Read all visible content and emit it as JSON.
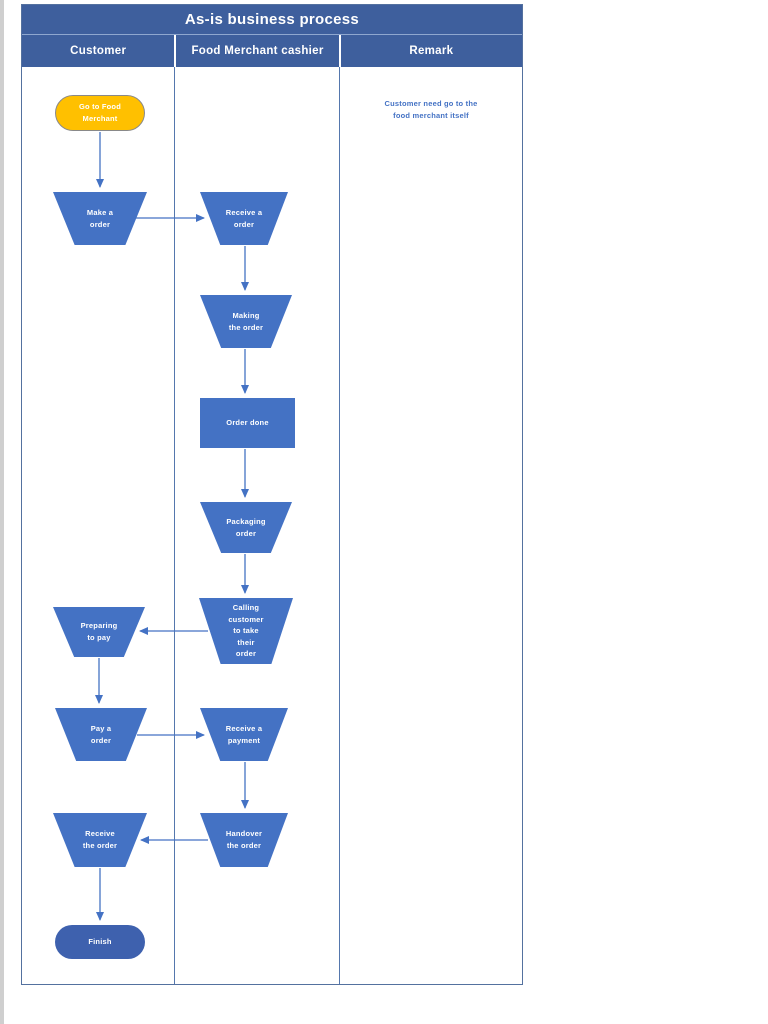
{
  "document": {
    "title": "As-is business process",
    "columns": [
      "Customer",
      "Food Merchant cashier",
      "Remark"
    ],
    "remark_note": "Customer need go to the\nfood merchant itself"
  },
  "colors": {
    "header_bg": "#3E5F9D",
    "node_blue": "#4472C4",
    "start_yellow": "#FFC000",
    "start_border_gray": "#898989",
    "finish_blue": "#3E61AE",
    "connector_blue": "#4472C4",
    "grid_line_blue": "#54719F"
  },
  "nodes": [
    {
      "id": "start",
      "type": "terminator",
      "lane": "Customer",
      "label": "Go to Food\nMerchant"
    },
    {
      "id": "make-order",
      "type": "manual-operation",
      "lane": "Customer",
      "label": "Make a\norder"
    },
    {
      "id": "receive-order",
      "type": "manual-operation",
      "lane": "Food Merchant cashier",
      "label": "Receive a\norder"
    },
    {
      "id": "making-order",
      "type": "manual-operation",
      "lane": "Food Merchant cashier",
      "label": "Making\nthe order"
    },
    {
      "id": "order-done",
      "type": "process",
      "lane": "Food Merchant cashier",
      "label": "Order done"
    },
    {
      "id": "packaging-order",
      "type": "manual-operation",
      "lane": "Food Merchant cashier",
      "label": "Packaging\norder"
    },
    {
      "id": "calling-customer",
      "type": "manual-operation",
      "lane": "Food Merchant cashier",
      "label": "Calling\ncustomer\nto take\ntheir\norder"
    },
    {
      "id": "preparing-to-pay",
      "type": "manual-operation",
      "lane": "Customer",
      "label": "Preparing\nto pay"
    },
    {
      "id": "pay-order",
      "type": "manual-operation",
      "lane": "Customer",
      "label": "Pay a\norder"
    },
    {
      "id": "receive-payment",
      "type": "manual-operation",
      "lane": "Food Merchant cashier",
      "label": "Receive a\npayment"
    },
    {
      "id": "receive-the-order",
      "type": "manual-operation",
      "lane": "Customer",
      "label": "Receive\nthe order"
    },
    {
      "id": "handover-order",
      "type": "manual-operation",
      "lane": "Food Merchant cashier",
      "label": "Handover\nthe order"
    },
    {
      "id": "finish",
      "type": "terminator",
      "lane": "Customer",
      "label": "Finish"
    }
  ]
}
